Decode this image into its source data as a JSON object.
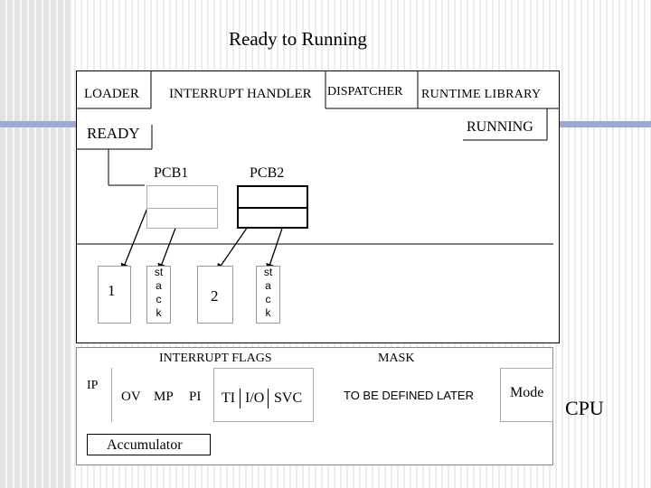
{
  "title": "Ready to Running",
  "memory": {
    "loader": "LOADER",
    "interrupt_handler": "INTERRUPT HANDLER",
    "dispatcher": "DISPATCHER",
    "runtime_library": "RUNTIME LIBRARY",
    "ready": "READY",
    "running": "RUNNING",
    "pcb1": "PCB1",
    "pcb2": "PCB2",
    "proc1": "1",
    "proc2": "2",
    "stack1": [
      "st",
      "a",
      "c",
      "k"
    ],
    "stack2": [
      "st",
      "a",
      "c",
      "k"
    ]
  },
  "cpu": {
    "ip": "IP",
    "ov": "OV",
    "mp": "MP",
    "pi": "PI",
    "ti": "TI",
    "io": "I/O",
    "svc": "SVC",
    "interrupt_flags": "INTERRUPT FLAGS",
    "mask": "MASK",
    "tbd": "TO BE DEFINED LATER",
    "mode": "Mode",
    "accumulator": "Accumulator",
    "label": "CPU"
  }
}
